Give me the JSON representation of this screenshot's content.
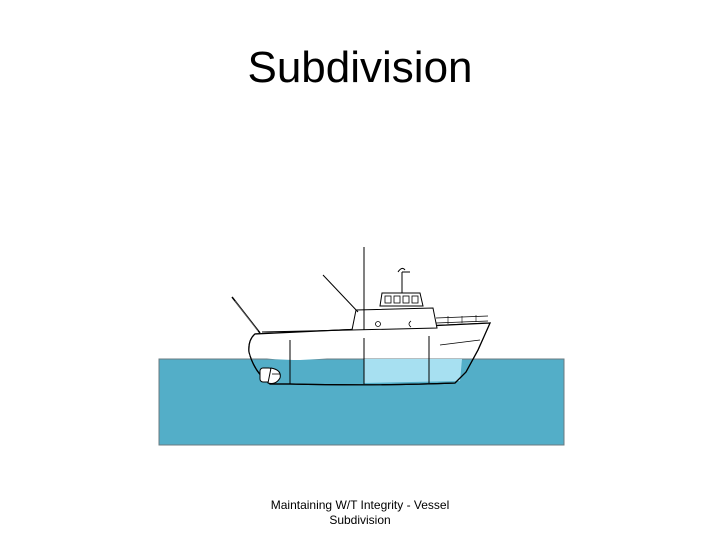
{
  "slide": {
    "title": "Subdivision",
    "footer_line1": "Maintaining W/T Integrity - Vessel",
    "footer_line2": "Subdivision"
  },
  "colors": {
    "sea": "#53aec8",
    "flooded_compartment": "#a7e0f1",
    "hull_fill": "#ffffff",
    "outline": "#000000"
  },
  "diagram": {
    "subject": "fishing vessel side profile with watertight bulkheads",
    "icons": [
      "vessel-icon",
      "mast-icon",
      "propeller-icon",
      "rudder-icon"
    ]
  }
}
